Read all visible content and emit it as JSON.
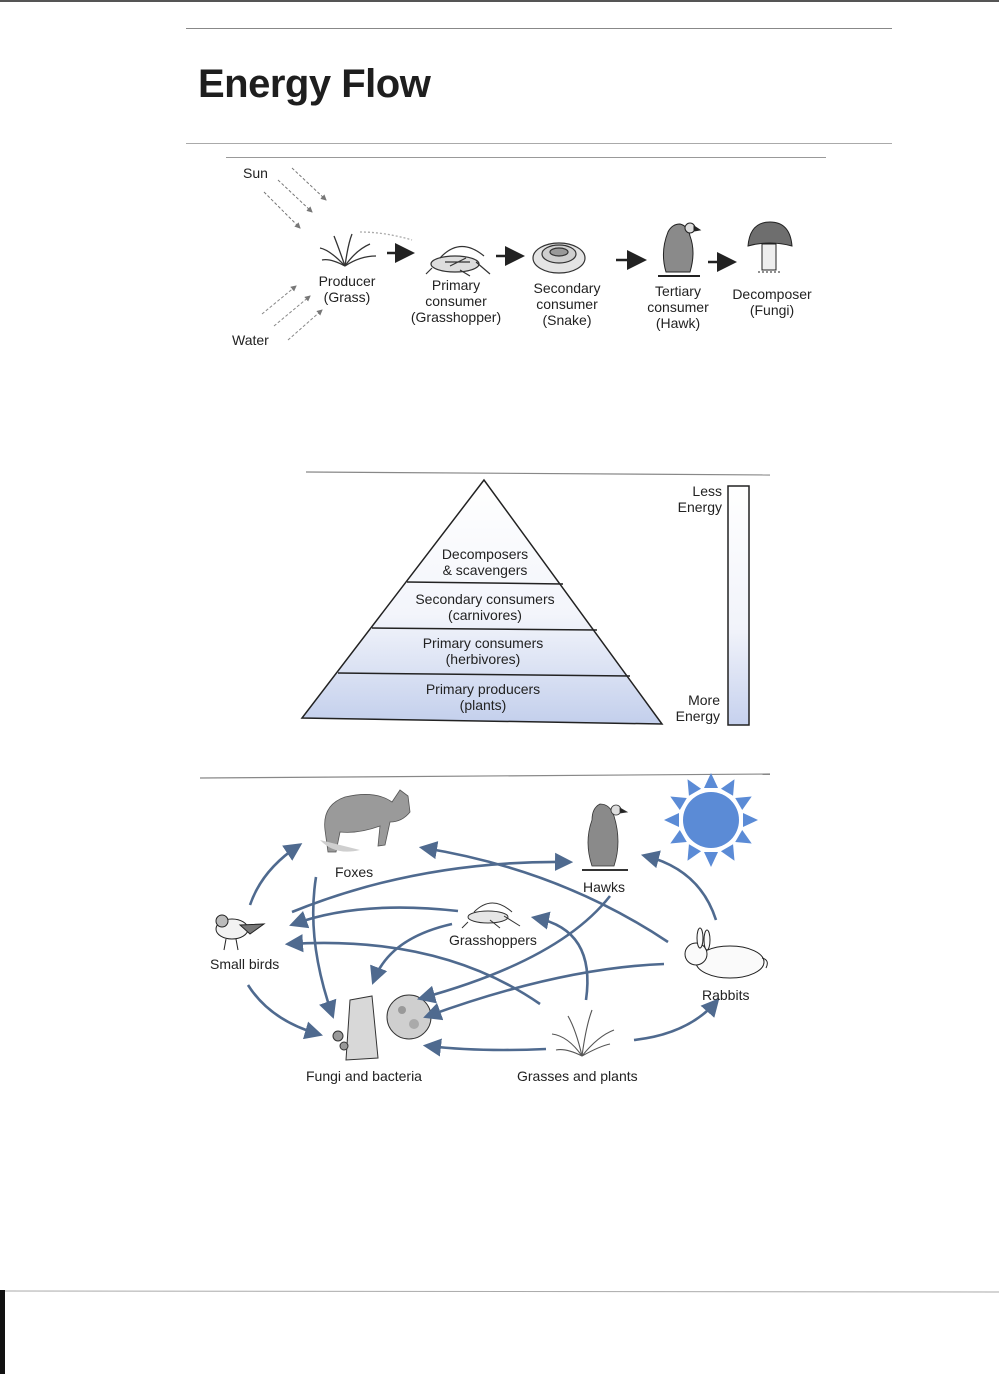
{
  "page": {
    "title": "Energy Flow"
  },
  "food_chain": {
    "inputs": {
      "sun": "Sun",
      "water": "Water"
    },
    "stages": [
      {
        "line1": "Producer",
        "line2": "(Grass)",
        "line3": ""
      },
      {
        "line1": "Primary",
        "line2": "consumer",
        "line3": "(Grasshopper)"
      },
      {
        "line1": "Secondary",
        "line2": "consumer",
        "line3": "(Snake)"
      },
      {
        "line1": "Tertiary",
        "line2": "consumer",
        "line3": "(Hawk)"
      },
      {
        "line1": "Decomposer",
        "line2": "(Fungi)",
        "line3": ""
      }
    ]
  },
  "pyramid": {
    "levels": [
      {
        "line1": "Decomposers",
        "line2": "& scavengers"
      },
      {
        "line1": "Secondary consumers",
        "line2": "(carnivores)"
      },
      {
        "line1": "Primary consumers",
        "line2": "(herbivores)"
      },
      {
        "line1": "Primary producers",
        "line2": "(plants)"
      }
    ],
    "energy_scale": {
      "top_line1": "Less",
      "top_line2": "Energy",
      "bottom_line1": "More",
      "bottom_line2": "Energy"
    },
    "colors": {
      "base_fill": "#c9d4ef",
      "outline": "#222222"
    }
  },
  "food_web": {
    "nodes": {
      "foxes": "Foxes",
      "hawks": "Hawks",
      "small_birds": "Small birds",
      "grasshoppers": "Grasshoppers",
      "rabbits": "Rabbits",
      "fungi": "Fungi and bacteria",
      "grasses": "Grasses and plants"
    },
    "colors": {
      "arrow": "#4f6a8f",
      "sun": "#5b8bd6"
    }
  }
}
